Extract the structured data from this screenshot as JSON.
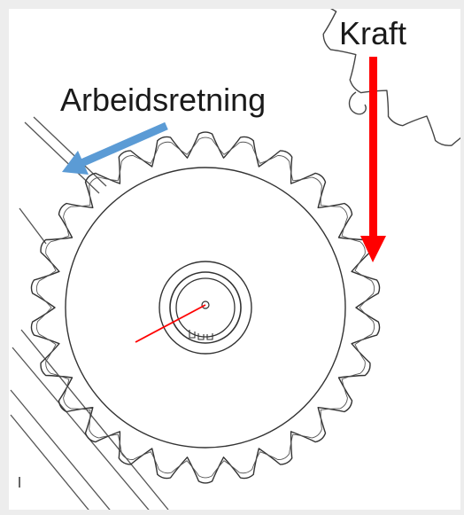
{
  "labels": {
    "force": "Kraft",
    "working_direction": "Arbeidsretning"
  },
  "colors": {
    "force_arrow": "#ff0000",
    "direction_arrow": "#5b9bd5",
    "center_line": "#ff0000",
    "line_art": "#333333",
    "panel_background": "#ffffff",
    "outer_background": "#ededed"
  },
  "sprocket": {
    "main_tooth_count": 26
  }
}
